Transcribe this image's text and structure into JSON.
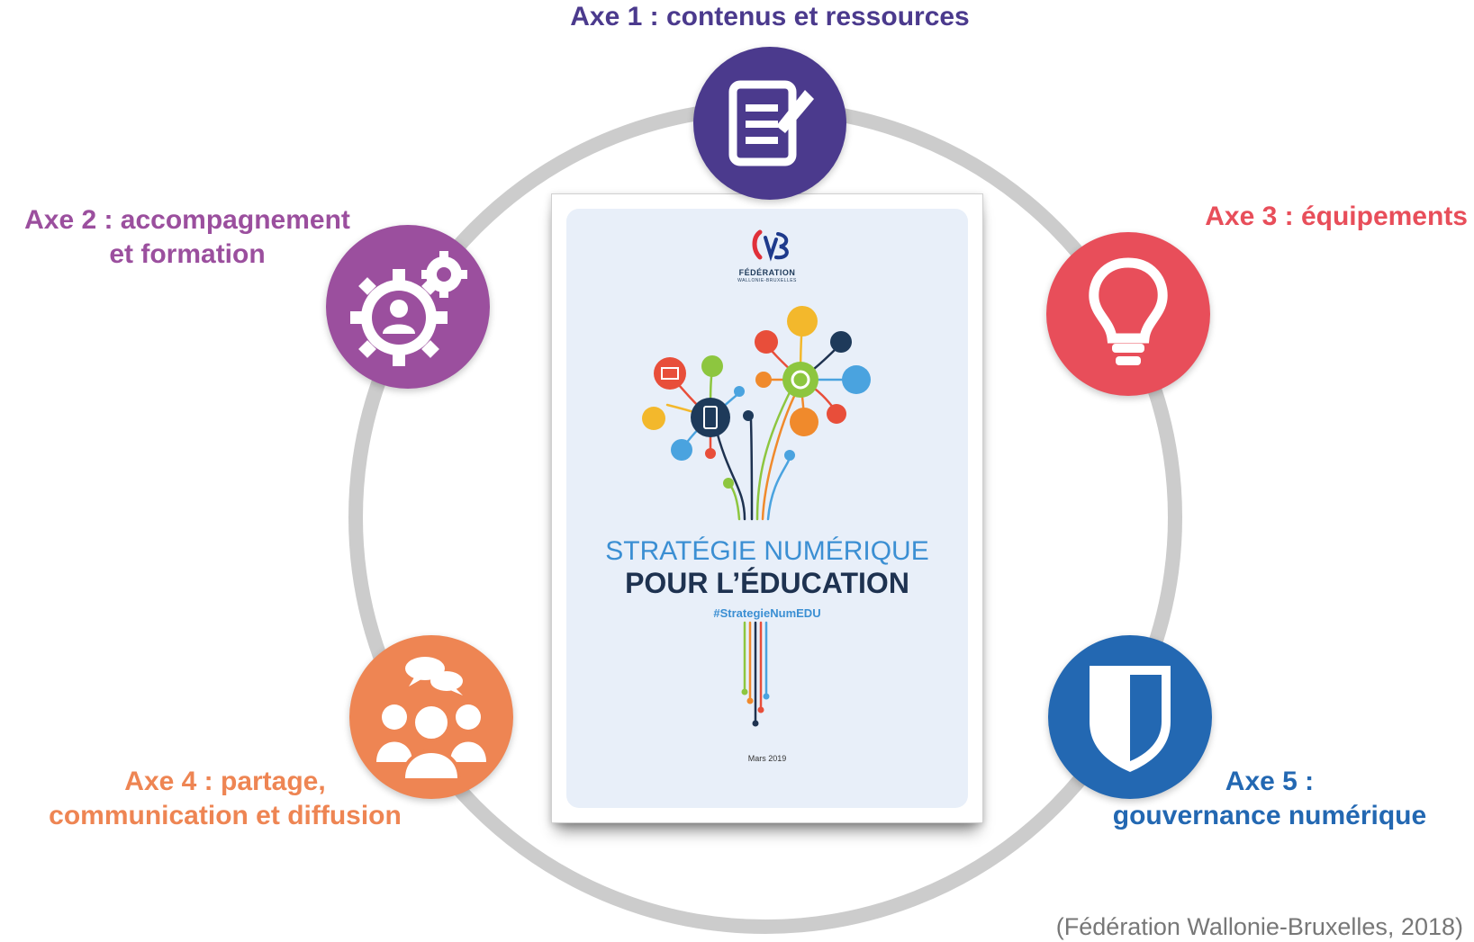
{
  "axes": [
    {
      "id": "axe1",
      "lines": [
        "Axe 1 : contenus et ressources"
      ],
      "color": "#4b3a8d",
      "icon": "document-edit-icon"
    },
    {
      "id": "axe2",
      "lines": [
        "Axe 2 : accompagnement",
        "et formation"
      ],
      "color": "#9b4f9e",
      "icon": "gears-user-icon"
    },
    {
      "id": "axe3",
      "lines": [
        "Axe 3 : équipements"
      ],
      "color": "#e84e5a",
      "icon": "lightbulb-icon"
    },
    {
      "id": "axe4",
      "lines": [
        "Axe 4 : partage,",
        "communication et diffusion"
      ],
      "color": "#ee8553",
      "icon": "group-chat-icon"
    },
    {
      "id": "axe5",
      "lines": [
        "Axe 5 :",
        "gouvernance numérique"
      ],
      "color": "#2368b2",
      "icon": "shield-icon"
    }
  ],
  "cover": {
    "logo_line1": "FÉDÉRATION",
    "logo_line2": "WALLONIE-BRUXELLES",
    "title_line1": "STRATÉGIE NUMÉRIQUE",
    "title_line2": "POUR L’ÉDUCATION",
    "hashtag": "#StrategieNumEDU",
    "date": "Mars 2019"
  },
  "credit": "(Fédération Wallonie-Bruxelles, 2018)",
  "colors": {
    "ring": "#c8c8c8",
    "cover_title_blue": "#3b8fd3",
    "cover_title_dark": "#1e3250"
  }
}
